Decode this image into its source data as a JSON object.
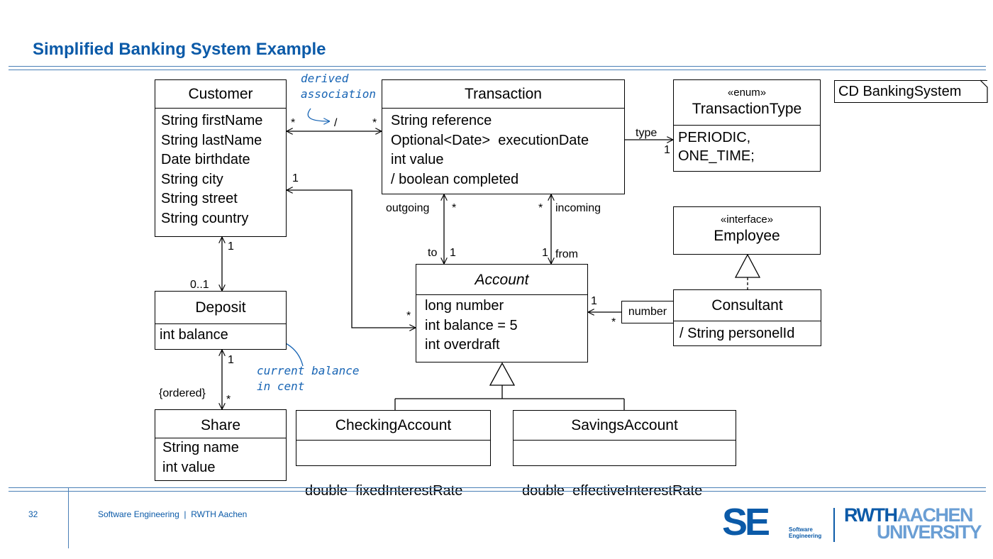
{
  "title": "Simplified Banking System Example",
  "diagram_label": "CD BankingSystem",
  "classes": {
    "customer": {
      "name": "Customer",
      "attrs": [
        "String firstName",
        "String lastName",
        "Date birthdate",
        "String city",
        "String street",
        "String country"
      ]
    },
    "transaction": {
      "name": "Transaction",
      "attrs": [
        "String reference",
        "Optional<Date>  executionDate",
        "int value",
        "/ boolean completed"
      ]
    },
    "transactiontype": {
      "stereotype": "«enum»",
      "name": "TransactionType",
      "attrs": [
        "PERIODIC,",
        "ONE_TIME;"
      ]
    },
    "employee": {
      "stereotype": "«interface»",
      "name": "Employee"
    },
    "deposit": {
      "name": "Deposit",
      "attrs": [
        "int balance"
      ]
    },
    "account": {
      "name": "Account",
      "attrs": [
        "long number",
        "int balance = 5",
        "int overdraft"
      ]
    },
    "consultant": {
      "name": "Consultant",
      "attrs": [
        "/ String personelId"
      ]
    },
    "share": {
      "name": "Share",
      "attrs": [
        "String name",
        "int value"
      ]
    },
    "checking": {
      "name": "CheckingAccount",
      "attrs": [
        "double  fixedInterestRate"
      ]
    },
    "savings": {
      "name": "SavingsAccount",
      "attrs": [
        "double  effectiveInterestRate"
      ]
    }
  },
  "labels": {
    "cust_tx_left_mult": "*",
    "cust_tx_slash": "/",
    "cust_tx_right_mult": "*",
    "type_role": "type",
    "type_mult": "1",
    "cust_acc_mult_top": "1",
    "cust_acc_mult_bottom": "*",
    "outgoing_role": "outgoing",
    "outgoing_mult": "*",
    "to_role": "to",
    "to_mult": "1",
    "incoming_mult": "*",
    "incoming_role": "incoming",
    "from_mult": "1",
    "from_role": "from",
    "cust_dep_mult_top": "1",
    "cust_dep_mult_bottom": "0..1",
    "dep_share_mult_top": "1",
    "ordered": "{ordered}",
    "dep_share_mult_bottom": "*",
    "acc_cons_mult_left": "1",
    "qualifier": "number",
    "acc_cons_mult_bottom": "*"
  },
  "notes": {
    "derived": [
      "derived",
      "association"
    ],
    "balance": [
      "current balance",
      "in cent"
    ]
  },
  "footer": {
    "page": "32",
    "text": "Software Engineering  |  RWTH Aachen",
    "se_logo": "SE",
    "se_sub1": "Software",
    "se_sub2": "Engineering",
    "rwth1a": "RWTH",
    "rwth1b": "AACHEN",
    "rwth2": "UNIVERSITY"
  },
  "colors": {
    "title": "#0b5aa8",
    "note": "#1764b4",
    "rule": "#4a7fb6"
  }
}
